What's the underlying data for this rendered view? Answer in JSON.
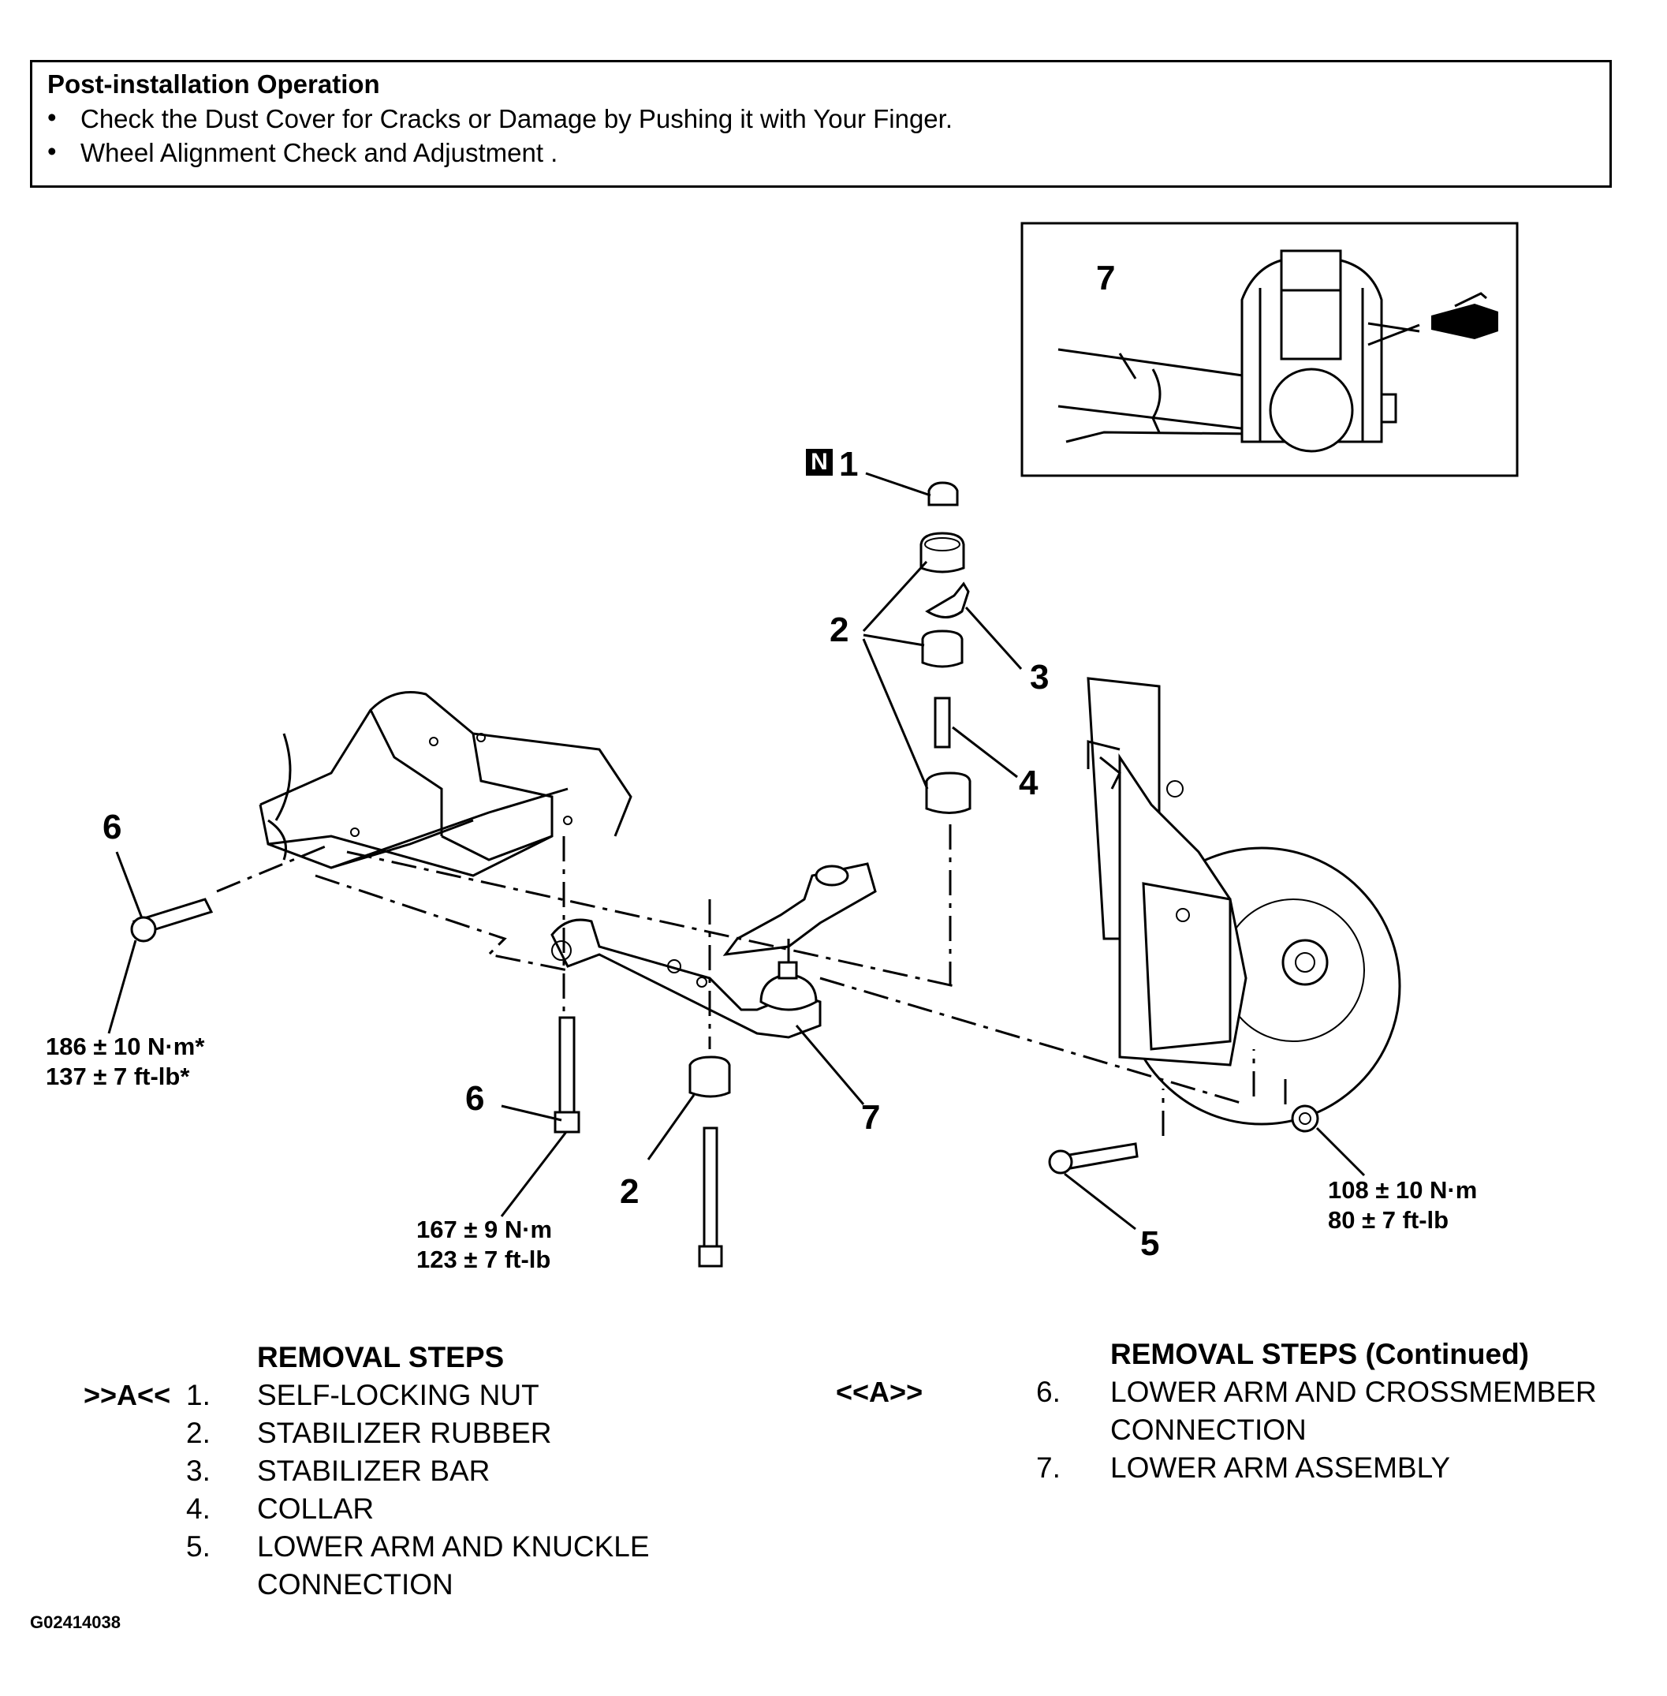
{
  "post_installation": {
    "title": "Post-installation Operation",
    "bullets": [
      "Check the Dust Cover for Cracks or Damage by Pushing it with Your Finger.",
      "Wheel Alignment Check and Adjustment ."
    ]
  },
  "diagram": {
    "callouts": {
      "inset_7": "7",
      "n_mark": "N",
      "c1": "1",
      "c2_top": "2",
      "c3": "3",
      "c4": "4",
      "c6_left": "6",
      "c6_bottom": "6",
      "c7": "7",
      "c2_bottom": "2",
      "c5": "5"
    },
    "torque": {
      "t1_nm": "186 ± 10 N·m*",
      "t1_ftlb": "137 ± 7 ft-lb*",
      "t2_nm": "167 ± 9 N·m",
      "t2_ftlb": "123 ± 7 ft-lb",
      "t3_nm": "108 ± 10 N·m",
      "t3_ftlb": "80 ± 7 ft-lb"
    }
  },
  "removal_steps": {
    "title": "REMOVAL STEPS",
    "title_continued": "REMOVAL STEPS (Continued)",
    "code_left": ">>A<<",
    "code_right": "<<A>>",
    "left": [
      {
        "num": "1.",
        "text": "SELF-LOCKING NUT"
      },
      {
        "num": "2.",
        "text": "STABILIZER RUBBER"
      },
      {
        "num": "3.",
        "text": "STABILIZER BAR"
      },
      {
        "num": "4.",
        "text": "COLLAR"
      },
      {
        "num": "5.",
        "text": "LOWER ARM AND KNUCKLE",
        "cont": "CONNECTION"
      }
    ],
    "right": [
      {
        "num": "6.",
        "text": "LOWER ARM AND CROSSMEMBER",
        "cont": "CONNECTION"
      },
      {
        "num": "7.",
        "text": "LOWER ARM ASSEMBLY"
      }
    ]
  },
  "figure_code": "G02414038"
}
